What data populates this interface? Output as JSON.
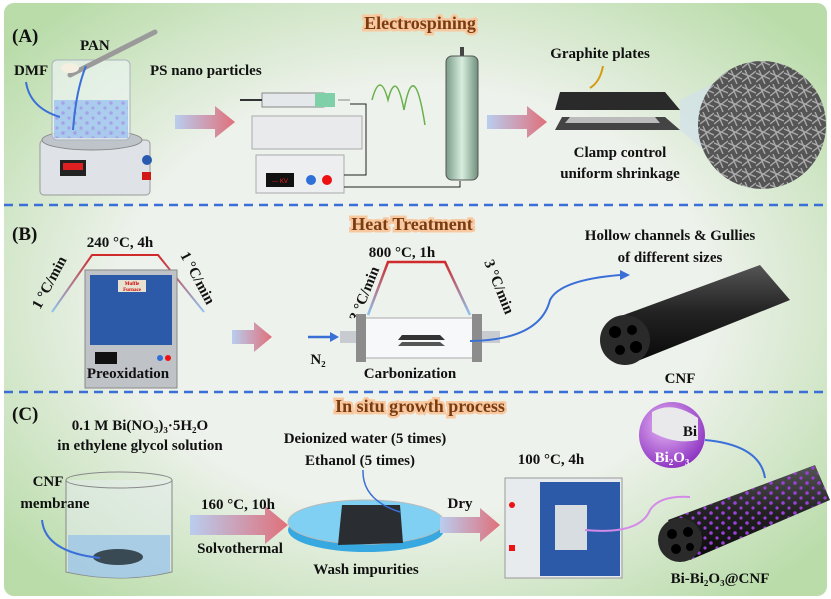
{
  "colors": {
    "background_center": "#eef2ec",
    "background_edge": "#b9dca9",
    "divider": "#3a6fd8",
    "arrow_gradient_start": "#b9cdef",
    "arrow_gradient_end": "#e0707a",
    "ramp_hot": "#d02a2a",
    "ramp_cool": "#8fc3ef",
    "bi2o3": "#a040d0"
  },
  "panel_a": {
    "label": "(A)",
    "title": "Electrospining",
    "pan": "PAN",
    "dmf": "DMF",
    "ps": "PS nano particles",
    "kv": "--- KV",
    "graphite": "Graphite plates",
    "clamp_1": "Clamp control",
    "clamp_2": "uniform shrinkage"
  },
  "panel_b": {
    "label": "(B)",
    "title": "Heat  Treatment",
    "preox_temp": "240 °C, 4h",
    "ramp_up_1": "1 °C/min",
    "ramp_down_1": "1 °C/min",
    "furnace_text_1": "Muffle",
    "furnace_text_2": "Furnace",
    "preox": "Preoxidation",
    "n2": "N₂",
    "carb_temp": "800 °C, 1h",
    "ramp_up_3": "3 °C/min",
    "ramp_down_3": "3 °C/min",
    "carb": "Carbonization",
    "hollow_1": "Hollow channels & Gullies",
    "hollow_2": "of different sizes",
    "cnf": "CNF"
  },
  "panel_c": {
    "label": "(C)",
    "title": "In situ growth process",
    "solution_1": "0.1 M Bi(NO₃)₃·5H₂O",
    "solution_2": "in ethylene glycol solution",
    "cnf_1": "CNF",
    "cnf_2": "membrane",
    "solvo_temp": "160 °C, 10h",
    "solvo": "Solvothermal",
    "wash_1": "Deionized water (5 times)",
    "wash_2": "Ethanol (5 times)",
    "wash": "Wash impurities",
    "dry": "Dry",
    "dry_temp": "100 °C, 4h",
    "bi": "Bi",
    "bi2o3": "Bi₂O₃",
    "product": "Bi-Bi₂O₃@CNF"
  }
}
